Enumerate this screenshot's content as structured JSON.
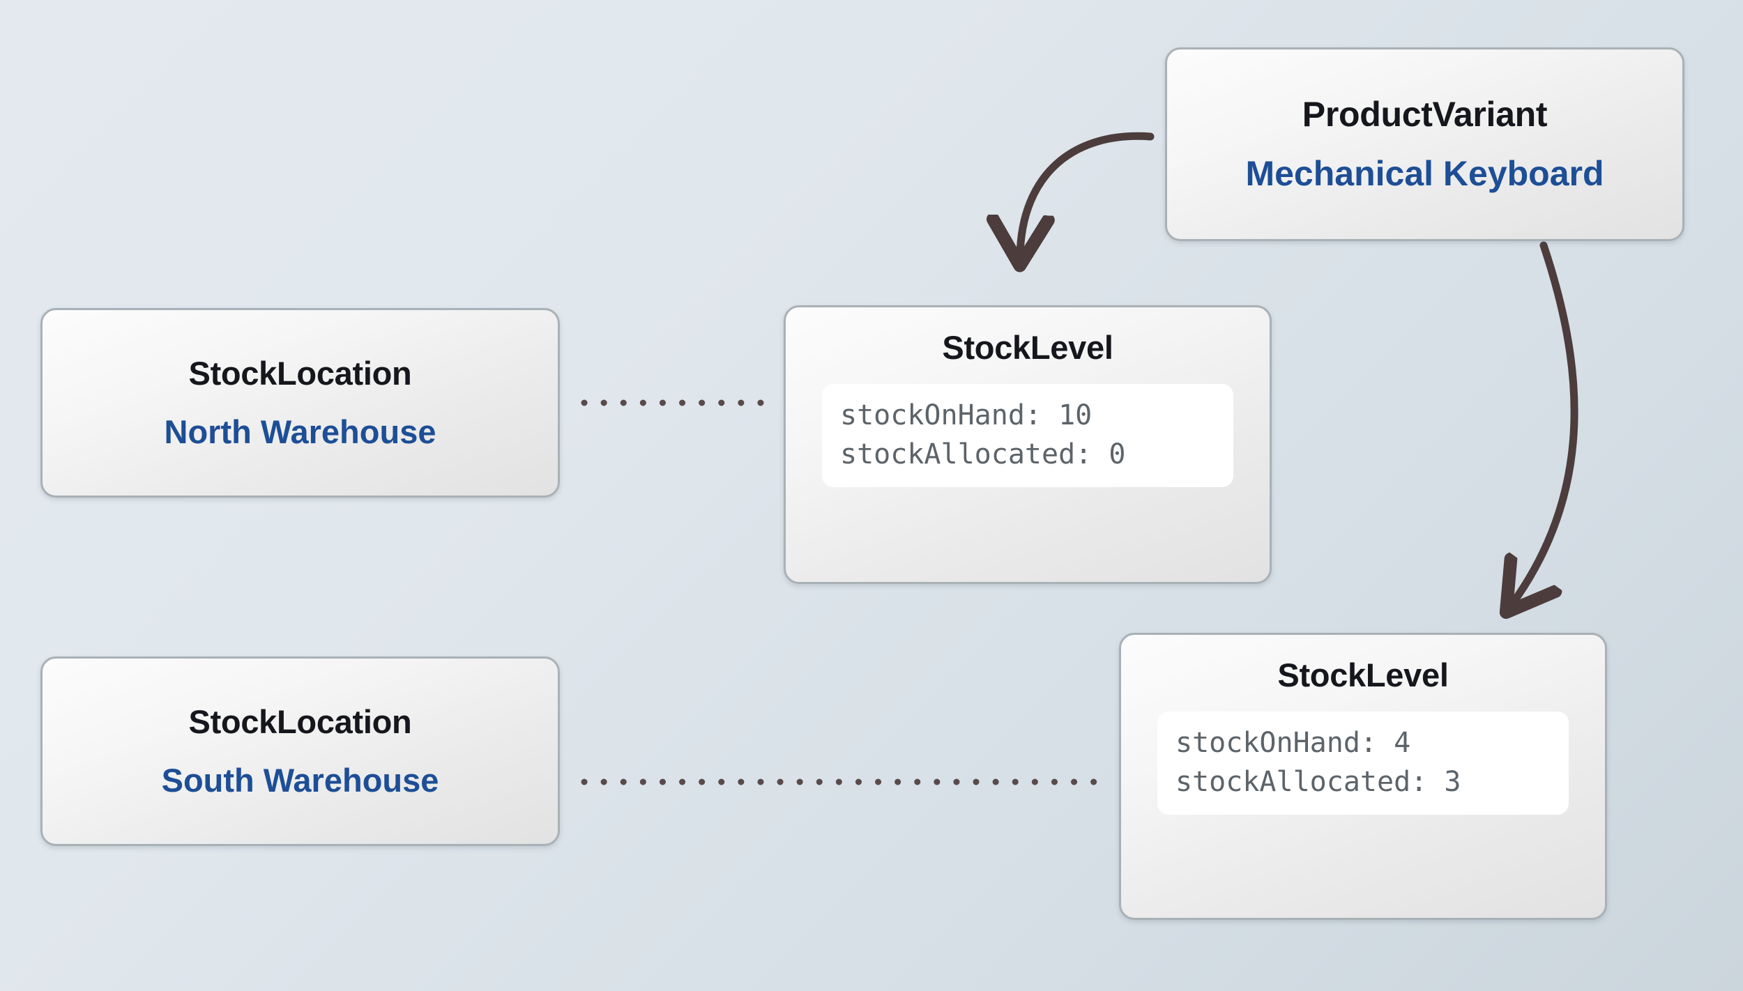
{
  "diagram": {
    "type": "entity-relationship-graph",
    "background_gradient_from": "#e3e9ef",
    "background_gradient_to": "#cbd5dc",
    "node_border_color": "#a9b1b6",
    "title_color": "#15171c",
    "subtitle_color": "#1d4e96",
    "attribute_text_color": "#5c6369",
    "edge_color": "#4c3c3c",
    "dotted_edge_color": "#5a4a4a"
  },
  "nodes": {
    "product_variant": {
      "entity": "ProductVariant",
      "name": "Mechanical Keyboard"
    },
    "stocklocation_north": {
      "entity": "StockLocation",
      "name": "North Warehouse"
    },
    "stocklocation_south": {
      "entity": "StockLocation",
      "name": "South Warehouse"
    },
    "stocklevel_north": {
      "entity": "StockLevel",
      "attributes": [
        "stockOnHand: 10",
        "stockAllocated: 0"
      ]
    },
    "stocklevel_south": {
      "entity": "StockLevel",
      "attributes": [
        "stockOnHand: 4",
        "stockAllocated: 3"
      ]
    }
  },
  "edges": [
    {
      "id": "variant-to-stocklevel-north",
      "from": "product_variant",
      "to": "stocklevel_north",
      "style": "curved-arrow"
    },
    {
      "id": "variant-to-stocklevel-south",
      "from": "product_variant",
      "to": "stocklevel_south",
      "style": "curved-arrow"
    },
    {
      "id": "north-warehouse-to-stocklevel-north",
      "from": "stocklocation_north",
      "to": "stocklevel_north",
      "style": "dotted-line"
    },
    {
      "id": "south-warehouse-to-stocklevel-south",
      "from": "stocklocation_south",
      "to": "stocklevel_south",
      "style": "dotted-line"
    }
  ]
}
